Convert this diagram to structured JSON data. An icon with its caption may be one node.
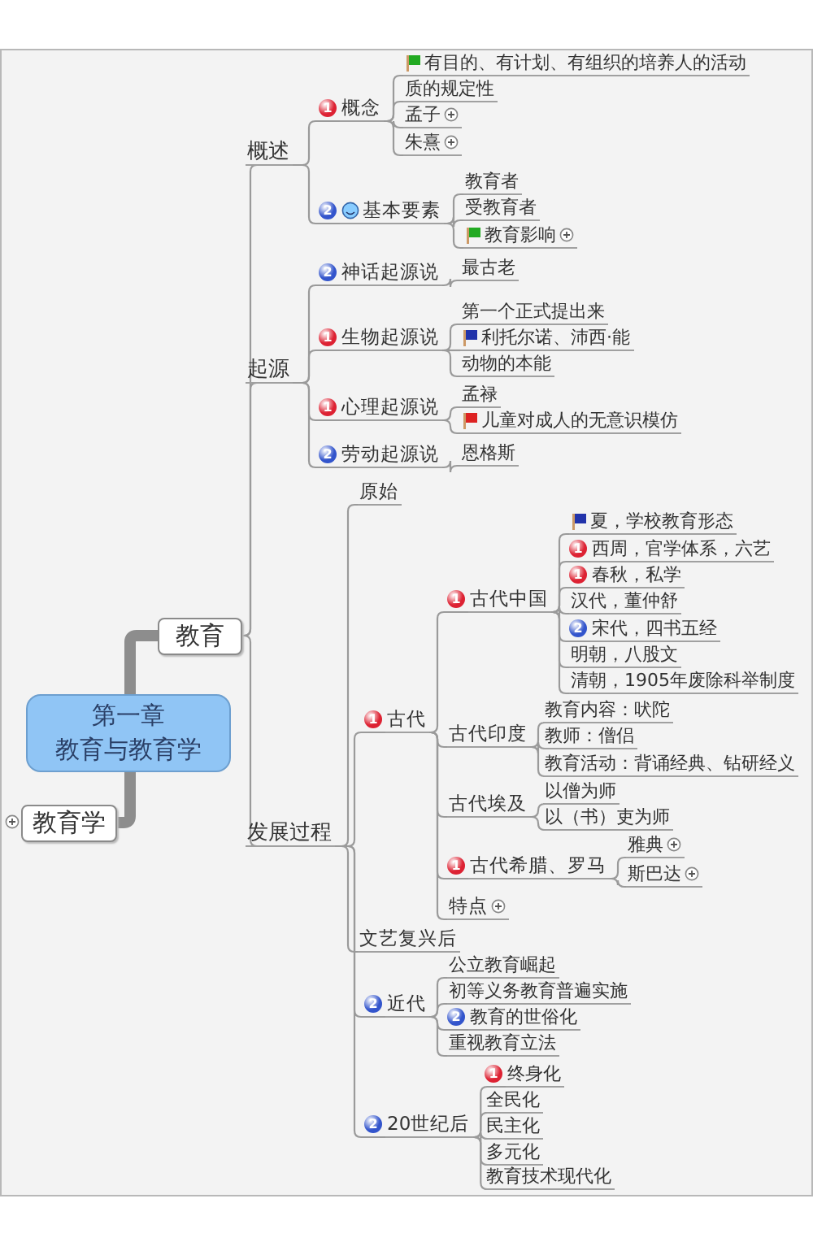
{
  "diagram": {
    "nodes": [
      {
        "text": [
          "第一章",
          "教育与教育学"
        ]
      },
      {
        "text": [
          "教育"
        ]
      },
      {
        "text": [
          "教育学"
        ]
      },
      {
        "text": [
          "概述"
        ]
      },
      {
        "text": [
          "概念"
        ],
        "beside": [
          "1"
        ]
      },
      {
        "text": [
          "有目的、有计划、有组织的培养人的活动"
        ]
      },
      {
        "text": [
          "质的规定性"
        ]
      },
      {
        "text": [
          "孟子"
        ]
      },
      {
        "text": [
          "朱熹"
        ]
      },
      {
        "text": [
          "基本要素"
        ],
        "beside": [
          "2"
        ]
      },
      {
        "text": [
          "教育者"
        ]
      },
      {
        "text": [
          "受教育者"
        ]
      },
      {
        "text": [
          "教育影响"
        ]
      },
      {
        "text": [
          "起源"
        ]
      },
      {
        "text": [
          "神话起源说"
        ],
        "beside": [
          "2"
        ]
      },
      {
        "text": [
          "最古老"
        ]
      },
      {
        "text": [
          "生物起源说"
        ],
        "beside": [
          "1"
        ]
      },
      {
        "text": [
          "第一个正式提出来"
        ]
      },
      {
        "text": [
          "利托尔诺、沛西·能"
        ]
      },
      {
        "text": [
          "动物的本能"
        ]
      },
      {
        "text": [
          "心理起源说"
        ],
        "beside": [
          "1"
        ]
      },
      {
        "text": [
          "孟禄"
        ]
      },
      {
        "text": [
          "儿童对成人的无意识模仿"
        ]
      },
      {
        "text": [
          "劳动起源说"
        ],
        "beside": [
          "2"
        ]
      },
      {
        "text": [
          "恩格斯"
        ]
      },
      {
        "text": [
          "发展过程"
        ]
      },
      {
        "text": [
          "原始"
        ]
      },
      {
        "text": [
          "古代"
        ],
        "beside": [
          "1"
        ]
      },
      {
        "text": [
          "古代中国"
        ],
        "beside": [
          "1"
        ]
      },
      {
        "text": [
          "夏，学校教育形态"
        ]
      },
      {
        "text": [
          "西周，官学体系，六艺"
        ],
        "beside": [
          "1"
        ]
      },
      {
        "text": [
          "春秋，私学"
        ],
        "beside": [
          "1"
        ]
      },
      {
        "text": [
          "汉代，董仲舒"
        ]
      },
      {
        "text": [
          "宋代，四书五经"
        ],
        "beside": [
          "2"
        ]
      },
      {
        "text": [
          "明朝，八股文"
        ]
      },
      {
        "text": [
          "清朝，1905年废除科举制度"
        ]
      },
      {
        "text": [
          "古代印度"
        ]
      },
      {
        "text": [
          "教育内容：吠陀"
        ]
      },
      {
        "text": [
          "教师：僧侣"
        ]
      },
      {
        "text": [
          "教育活动：背诵经典、钻研经义"
        ]
      },
      {
        "text": [
          "古代埃及"
        ]
      },
      {
        "text": [
          "以僧为师"
        ]
      },
      {
        "text": [
          "以（书）吏为师"
        ]
      },
      {
        "text": [
          "古代希腊、罗马"
        ],
        "beside": [
          "1"
        ]
      },
      {
        "text": [
          "雅典"
        ]
      },
      {
        "text": [
          "斯巴达"
        ]
      },
      {
        "text": [
          "特点"
        ]
      },
      {
        "text": [
          "文艺复兴后"
        ]
      },
      {
        "text": [
          "近代"
        ],
        "beside": [
          "2"
        ]
      },
      {
        "text": [
          "公立教育崛起"
        ]
      },
      {
        "text": [
          "初等义务教育普遍实施"
        ]
      },
      {
        "text": [
          "教育的世俗化"
        ],
        "beside": [
          "2"
        ]
      },
      {
        "text": [
          "重视教育立法"
        ]
      },
      {
        "text": [
          "20世纪后"
        ],
        "beside": [
          "2"
        ]
      },
      {
        "text": [
          "终身化"
        ],
        "beside": [
          "1"
        ]
      },
      {
        "text": [
          "全民化"
        ]
      },
      {
        "text": [
          "民主化"
        ]
      },
      {
        "text": [
          "多元化"
        ]
      },
      {
        "text": [
          "教育技术现代化"
        ]
      }
    ],
    "edges": [
      {
        "from": 0,
        "to": 1,
        "arrow": "none",
        "style": "thick"
      },
      {
        "from": 0,
        "to": 2,
        "arrow": "none",
        "style": "thick"
      },
      {
        "from": 1,
        "to": 3,
        "arrow": "none"
      },
      {
        "from": 1,
        "to": 13,
        "arrow": "none"
      },
      {
        "from": 1,
        "to": 25,
        "arrow": "none"
      },
      {
        "from": 3,
        "to": 4,
        "arrow": "none"
      },
      {
        "from": 3,
        "to": 9,
        "arrow": "none"
      },
      {
        "from": 4,
        "to": 5,
        "arrow": "none"
      },
      {
        "from": 4,
        "to": 6,
        "arrow": "none"
      },
      {
        "from": 4,
        "to": 7,
        "arrow": "none"
      },
      {
        "from": 4,
        "to": 8,
        "arrow": "none"
      },
      {
        "from": 9,
        "to": 10,
        "arrow": "none"
      },
      {
        "from": 9,
        "to": 11,
        "arrow": "none"
      },
      {
        "from": 9,
        "to": 12,
        "arrow": "none"
      },
      {
        "from": 13,
        "to": 14,
        "arrow": "none"
      },
      {
        "from": 13,
        "to": 16,
        "arrow": "none"
      },
      {
        "from": 13,
        "to": 20,
        "arrow": "none"
      },
      {
        "from": 13,
        "to": 23,
        "arrow": "none"
      },
      {
        "from": 14,
        "to": 15,
        "arrow": "none"
      },
      {
        "from": 16,
        "to": 17,
        "arrow": "none"
      },
      {
        "from": 16,
        "to": 18,
        "arrow": "none"
      },
      {
        "from": 16,
        "to": 19,
        "arrow": "none"
      },
      {
        "from": 20,
        "to": 21,
        "arrow": "none"
      },
      {
        "from": 20,
        "to": 22,
        "arrow": "none"
      },
      {
        "from": 23,
        "to": 24,
        "arrow": "none"
      },
      {
        "from": 25,
        "to": 26,
        "arrow": "none"
      },
      {
        "from": 25,
        "to": 27,
        "arrow": "none"
      },
      {
        "from": 25,
        "to": 47,
        "arrow": "none"
      },
      {
        "from": 25,
        "to": 48,
        "arrow": "none"
      },
      {
        "from": 25,
        "to": 53,
        "arrow": "none"
      },
      {
        "from": 27,
        "to": 28,
        "arrow": "none"
      },
      {
        "from": 27,
        "to": 36,
        "arrow": "none"
      },
      {
        "from": 27,
        "to": 40,
        "arrow": "none"
      },
      {
        "from": 27,
        "to": 43,
        "arrow": "none"
      },
      {
        "from": 27,
        "to": 46,
        "arrow": "none"
      },
      {
        "from": 28,
        "to": 29,
        "arrow": "none"
      },
      {
        "from": 28,
        "to": 30,
        "arrow": "none"
      },
      {
        "from": 28,
        "to": 31,
        "arrow": "none"
      },
      {
        "from": 28,
        "to": 32,
        "arrow": "none"
      },
      {
        "from": 28,
        "to": 33,
        "arrow": "none"
      },
      {
        "from": 28,
        "to": 34,
        "arrow": "none"
      },
      {
        "from": 28,
        "to": 35,
        "arrow": "none"
      },
      {
        "from": 36,
        "to": 37,
        "arrow": "none"
      },
      {
        "from": 36,
        "to": 38,
        "arrow": "none"
      },
      {
        "from": 36,
        "to": 39,
        "arrow": "none"
      },
      {
        "from": 40,
        "to": 41,
        "arrow": "none"
      },
      {
        "from": 40,
        "to": 42,
        "arrow": "none"
      },
      {
        "from": 43,
        "to": 44,
        "arrow": "none"
      },
      {
        "from": 43,
        "to": 45,
        "arrow": "none"
      },
      {
        "from": 48,
        "to": 49,
        "arrow": "none"
      },
      {
        "from": 48,
        "to": 50,
        "arrow": "none"
      },
      {
        "from": 48,
        "to": 51,
        "arrow": "none"
      },
      {
        "from": 48,
        "to": 52,
        "arrow": "none"
      },
      {
        "from": 53,
        "to": 54,
        "arrow": "none"
      },
      {
        "from": 53,
        "to": 55,
        "arrow": "none"
      },
      {
        "from": 53,
        "to": 56,
        "arrow": "none"
      },
      {
        "from": 53,
        "to": 57,
        "arrow": "none"
      },
      {
        "from": 53,
        "to": 58,
        "arrow": "none"
      }
    ]
  }
}
